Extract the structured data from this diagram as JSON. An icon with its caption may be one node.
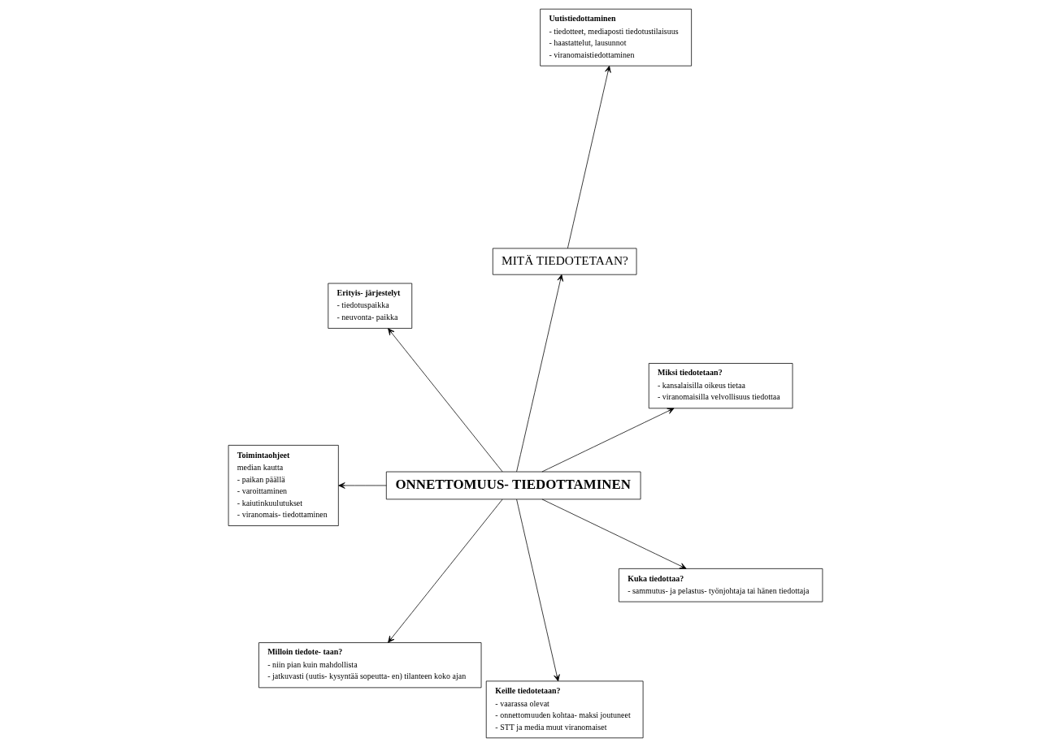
{
  "diagram": {
    "nodes": [
      {
        "text": [
          "ONNETTOMUUS- TIEDOTTAMINEN"
        ]
      },
      {
        "text": [
          "Miksi tiedotetaan?",
          "- kansalaisilla oikeus tietaa",
          "- viranomaisilla velvollisuus tiedottaa"
        ]
      },
      {
        "text": [
          "MITÄ TIEDOTETAAN?"
        ]
      },
      {
        "text": [
          "Uutistiedottaminen",
          "- tiedotteet, mediaposti tiedotustilaisuus",
          "- haastattelut, lausunnot",
          "- viranomaistiedottaminen"
        ]
      },
      {
        "text": [
          "Erityis- järjestelyt",
          "- tiedotuspaikka",
          "- neuvonta- paikka"
        ]
      },
      {
        "text": [
          "Toimintaohjeet",
          "median kautta",
          "- paikan päällä",
          "- varoittaminen",
          "- kaiutinkuulutukset",
          "- viranomais- tiedottaminen"
        ]
      },
      {
        "text": [
          "Milloin tiedote- taan?",
          "- niin pian kuin mahdollista",
          "- jatkuvasti (uutis- kysyntää sopeutta- en) tilanteen koko ajan"
        ]
      },
      {
        "text": [
          "Keille tiedotetaan?",
          "- vaarassa olevat",
          "- onnettomuuden kohtaa- maksi joutuneet",
          "- STT ja media muut viranomaiset"
        ]
      },
      {
        "text": [
          "Kuka tiedottaa?",
          "- sammutus- ja pelastus- työnjohtaja tai hänen tiedottaja"
        ]
      }
    ],
    "edges": [
      {
        "from": 0,
        "to": 1,
        "arrow": "to"
      },
      {
        "from": 0,
        "to": 2,
        "arrow": "to"
      },
      {
        "from": 2,
        "to": 3,
        "arrow": "to"
      },
      {
        "from": 0,
        "to": 4,
        "arrow": "to"
      },
      {
        "from": 0,
        "to": 5,
        "arrow": "to"
      },
      {
        "from": 0,
        "to": 6,
        "arrow": "to"
      },
      {
        "from": 0,
        "to": 7,
        "arrow": "to"
      },
      {
        "from": 0,
        "to": 8,
        "arrow": "to"
      }
    ]
  }
}
